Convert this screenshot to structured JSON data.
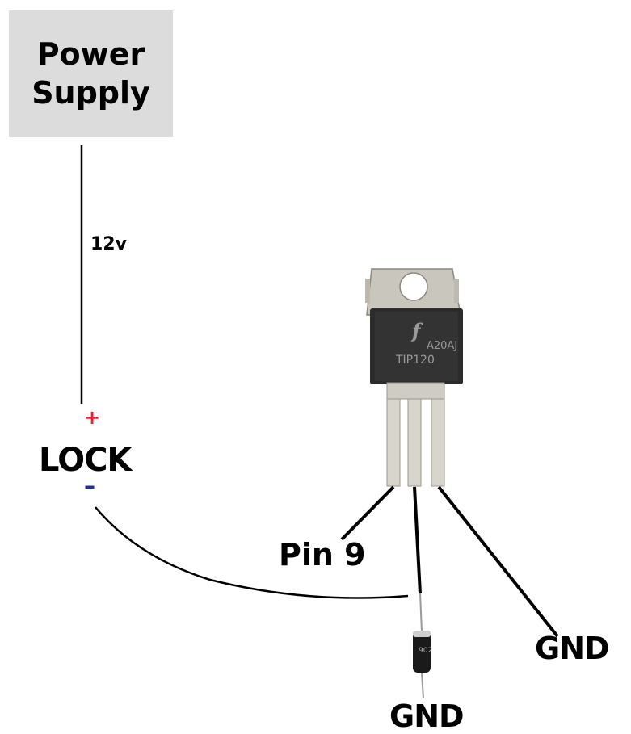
{
  "power_supply": {
    "line1": "Power",
    "line2": "Supply",
    "voltage": "12v"
  },
  "lock": {
    "label": "LOCK",
    "plus": "+",
    "minus": "–",
    "plus_color": "#e0242c",
    "minus_color": "#1f2fa8"
  },
  "transistor": {
    "brand_mark": "f",
    "code": "A20AJ",
    "model": "TIP120"
  },
  "diode": {
    "marking": "902"
  },
  "connections": {
    "pin9": "Pin 9",
    "gnd_right": "GND",
    "gnd_bottom": "GND"
  },
  "colors": {
    "power_box": "#dcdcdc",
    "wire": "#000000",
    "transistor_tab": "#c9c6bd",
    "transistor_body": "#2b2b2b",
    "leg": "#d8d6cc"
  }
}
